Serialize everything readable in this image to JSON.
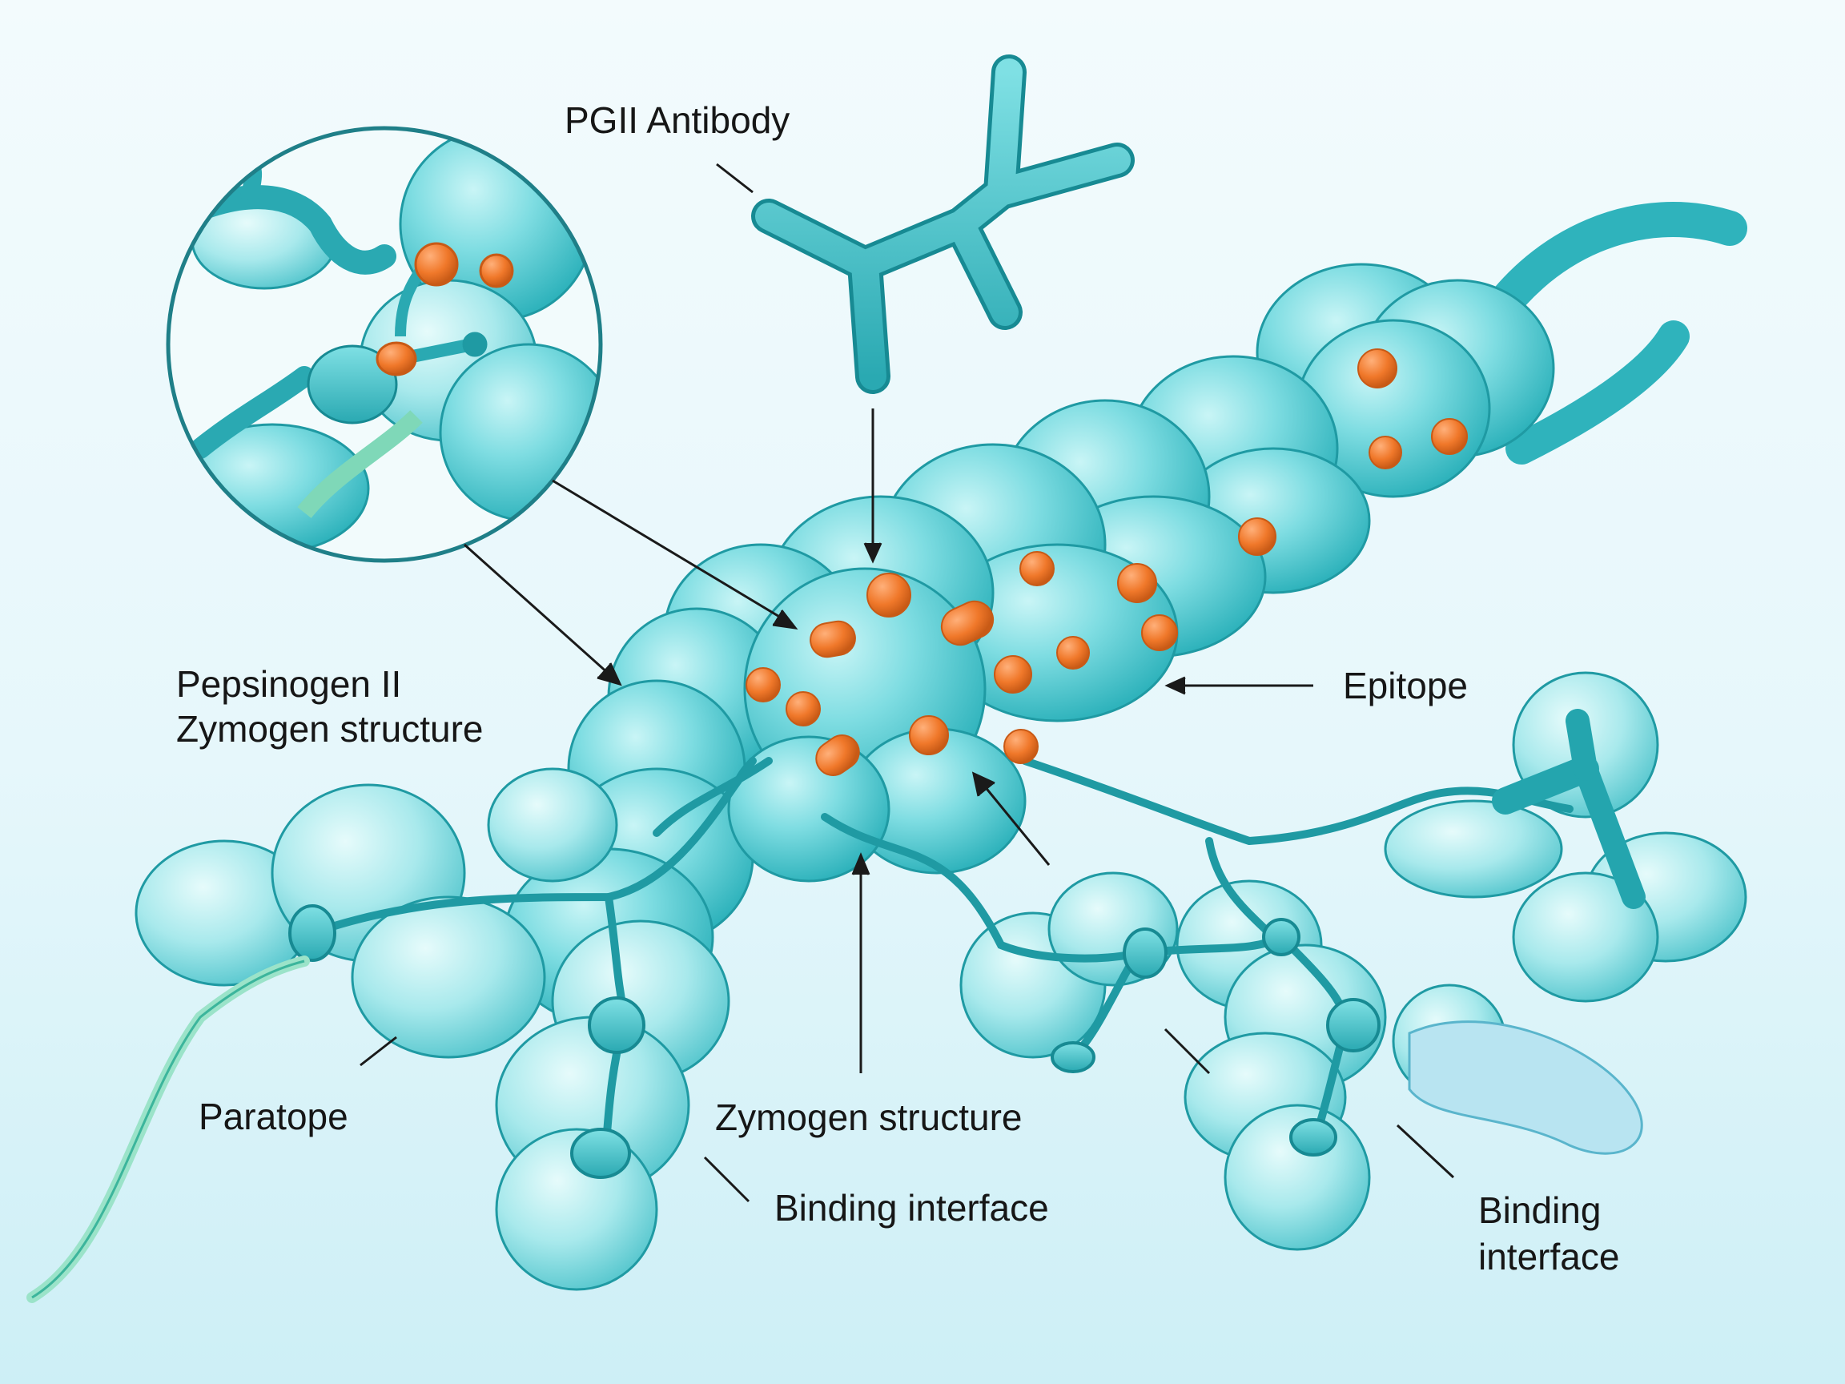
{
  "labels": {
    "antibody": "PGII Antibody",
    "pepsinogen": [
      "Pepsinogen II",
      "Zymogen structure"
    ],
    "epitope": "Epitope",
    "paratope": "Paratope",
    "zymogen": "Zymogen structure",
    "binding_center": "Binding interface",
    "binding_right": [
      "Binding",
      "interface"
    ]
  },
  "colors": {
    "protein": "#5fd2d8",
    "protein_dark": "#1f9aa3",
    "outline": "#178a93",
    "residue": "#f0782a",
    "leader": "#1a1a1a",
    "background": "#e6f7fb"
  }
}
